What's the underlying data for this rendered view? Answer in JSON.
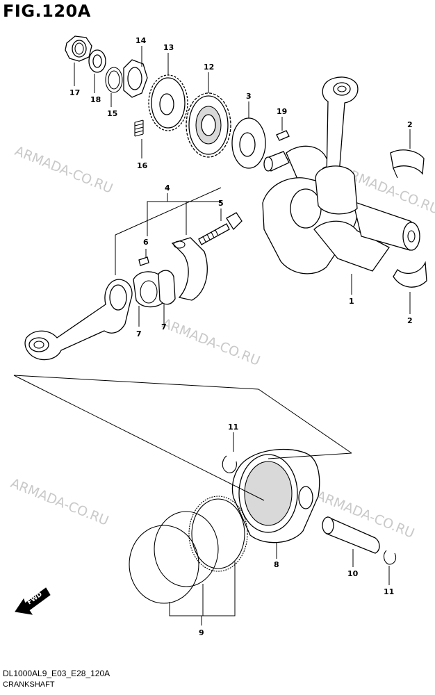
{
  "figure": {
    "title": "FIG.120A",
    "code": "DL1000AL9_E03_E28_120A",
    "caption": "CRANKSHAFT"
  },
  "watermark": "ARMADA-CO.RU",
  "fwd_label": "FWD",
  "callouts": {
    "c1": "1",
    "c2a": "2",
    "c2b": "2",
    "c3": "3",
    "c4": "4",
    "c5": "5",
    "c6": "6",
    "c7a": "7",
    "c7b": "7",
    "c8": "8",
    "c9": "9",
    "c10": "10",
    "c11a": "11",
    "c11b": "11",
    "c12": "12",
    "c13": "13",
    "c14": "14",
    "c15": "15",
    "c16": "16",
    "c17": "17",
    "c18": "18",
    "c19": "19"
  }
}
